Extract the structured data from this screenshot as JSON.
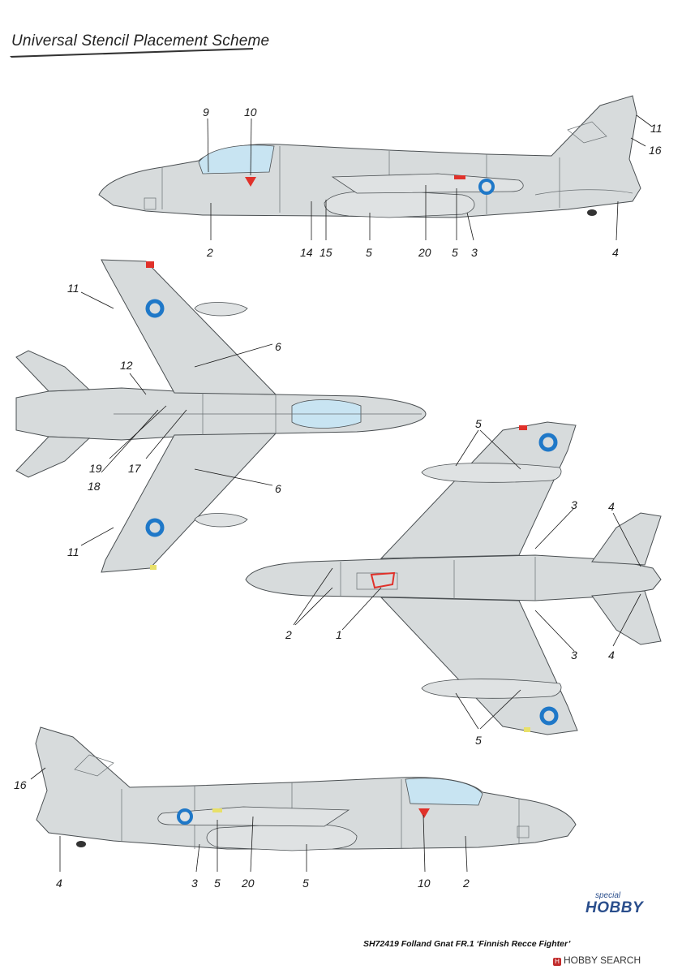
{
  "title": "Universal Stencil Placement Scheme",
  "footer": "SH72419  Folland Gnat FR.1 ‘Finnish Recce Fighter’",
  "brand": {
    "special": "special",
    "hobby": "HOBBY"
  },
  "watermark": "HOBBY SEARCH",
  "colors": {
    "camouflage": "#d7dbdc",
    "panel_line": "#4a4f52",
    "roundel_blue": "#1f78c8",
    "canopy": "#c8e4f2",
    "stencil_red": "#e0312a",
    "stencil_yellow": "#e8e06a"
  },
  "callouts": {
    "left_top": {
      "c9": "9",
      "c10": "10",
      "c11": "11",
      "c16": "16",
      "c2": "2",
      "c14": "14",
      "c15": "15",
      "c5a": "5",
      "c20": "20",
      "c5b": "5",
      "c3": "3",
      "c4": "4"
    },
    "top": {
      "c11a": "11",
      "c6a": "6",
      "c12": "12",
      "c19": "19",
      "c17": "17",
      "c18": "18",
      "c6b": "6",
      "c11b": "11"
    },
    "bottom": {
      "c5a": "5",
      "c3a": "3",
      "c4a": "4",
      "c2": "2",
      "c1": "1",
      "c3b": "3",
      "c4b": "4",
      "c5b": "5"
    },
    "right_side": {
      "c16": "16",
      "c4": "4",
      "c3": "3",
      "c5a": "5",
      "c20": "20",
      "c5b": "5",
      "c10": "10",
      "c2": "2"
    }
  }
}
